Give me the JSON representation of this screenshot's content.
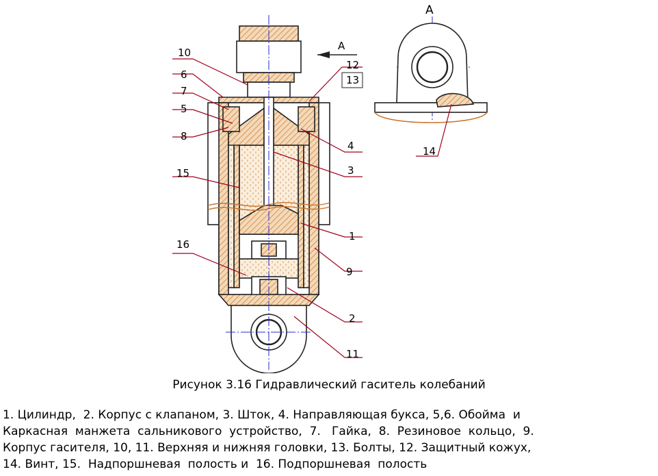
{
  "view_label": "A",
  "arrow_label": "A",
  "caption": "Рисунок 3.16 Гидравлический гаситель колебаний",
  "callouts": {
    "c1": "1",
    "c2": "2",
    "c3": "3",
    "c4": "4",
    "c5": "5",
    "c6": "6",
    "c7": "7",
    "c8": "8",
    "c9": "9",
    "c10": "10",
    "c11": "11",
    "c12": "12",
    "c13": "13",
    "c14": "14",
    "c15": "15",
    "c16": "16"
  },
  "legend_lines": [
    "1. Цилиндр,  2. Корпус с клапаном, 3. Шток, 4. Направляющая букса, 5,6. Обойма  и",
    "Каркасная  манжета  сальникового  устройство,  7.   Гайка,  8.  Резиновое  кольцо,  9.",
    "Корпус гасителя, 10, 11. Верхняя и нижняя головки, 13. Болты, 12. Защитный кожух,",
    "14. Винт, 15.  Надпоршневая  полость и  16. Подпоршневая  полость"
  ],
  "colors": {
    "hatch": "#c8742c",
    "fill": "#f4d9b8",
    "outline": "#222222",
    "leader": "#a0001e",
    "axis": "#2a2ad0"
  }
}
